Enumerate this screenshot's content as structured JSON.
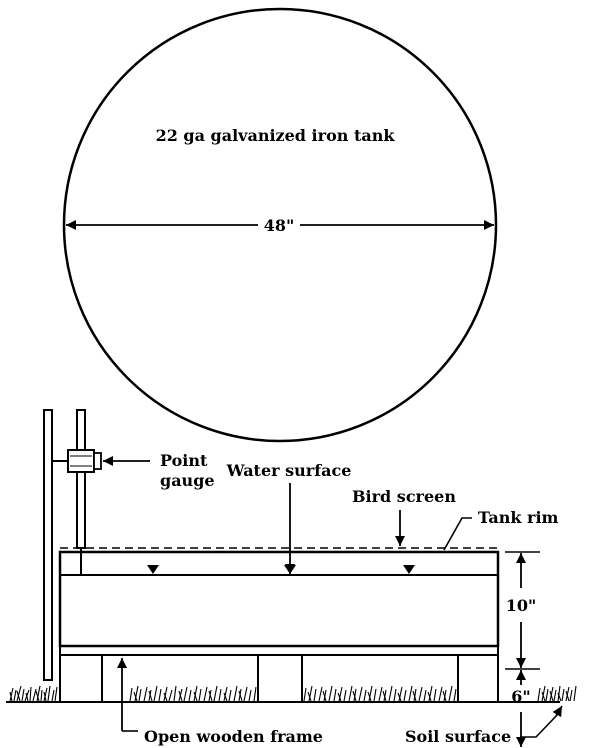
{
  "tank_label": "22 ga galvanized iron tank",
  "diameter": "48\"",
  "labels": {
    "point_gauge_line1": "Point",
    "point_gauge_line2": "gauge",
    "water_surface": "Water surface",
    "bird_screen": "Bird screen",
    "tank_rim": "Tank rim",
    "depth_tank": "10\"",
    "depth_frame": "6\"",
    "open_wooden_frame": "Open wooden frame",
    "soil_surface": "Soil surface"
  },
  "colors": {
    "line": "#000000",
    "background": "#ffffff"
  }
}
